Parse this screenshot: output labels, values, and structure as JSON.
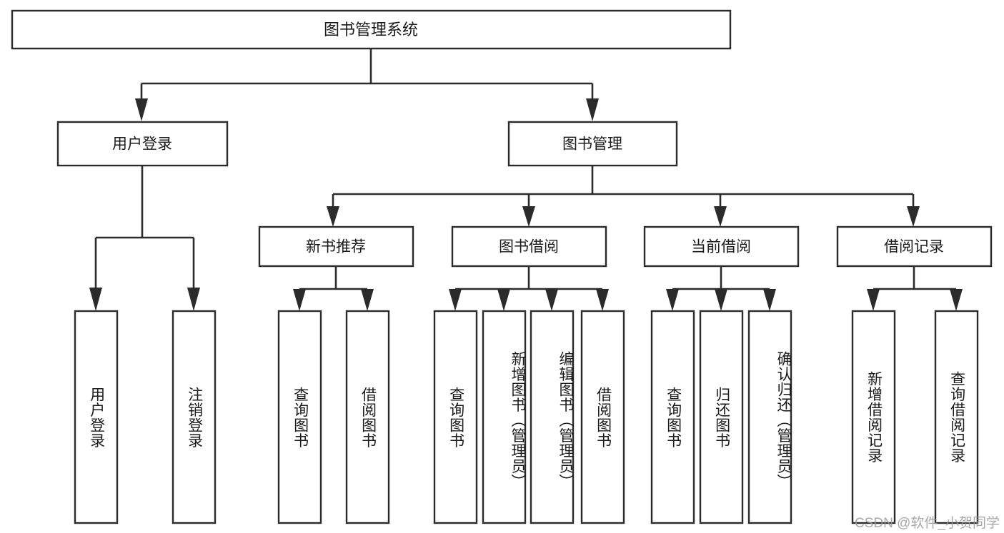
{
  "diagram": {
    "type": "tree",
    "title": "图书管理系统",
    "watermark": "CSDN @软件_小贺同学",
    "colors": {
      "box_stroke": "#2b2b2b",
      "box_fill": "#ffffff",
      "connector": "#2b2b2b",
      "text": "#1a1a1a",
      "watermark": "#9a9a9a",
      "background": "#ffffff"
    },
    "root": {
      "label": "图书管理系统"
    },
    "level2": [
      {
        "label": "用户登录"
      },
      {
        "label": "图书管理"
      }
    ],
    "level3": [
      {
        "label": "新书推荐"
      },
      {
        "label": "图书借阅"
      },
      {
        "label": "当前借阅"
      },
      {
        "label": "借阅记录"
      }
    ],
    "leaves": {
      "user_login": [
        {
          "label": "用户登录"
        },
        {
          "label": "注销登录"
        }
      ],
      "new_book_recommend": [
        {
          "label": "查询图书"
        },
        {
          "label": "借阅图书"
        }
      ],
      "book_borrow": [
        {
          "label": "查询图书"
        },
        {
          "label": "新增图书（管理员）"
        },
        {
          "label": "编辑图书（管理员）"
        },
        {
          "label": "借阅图书"
        }
      ],
      "current_borrow": [
        {
          "label": "查询图书"
        },
        {
          "label": "归还图书"
        },
        {
          "label": "确认归还（管理员）"
        }
      ],
      "borrow_record": [
        {
          "label": "新增借阅记录"
        },
        {
          "label": "查询借阅记录"
        }
      ]
    }
  }
}
